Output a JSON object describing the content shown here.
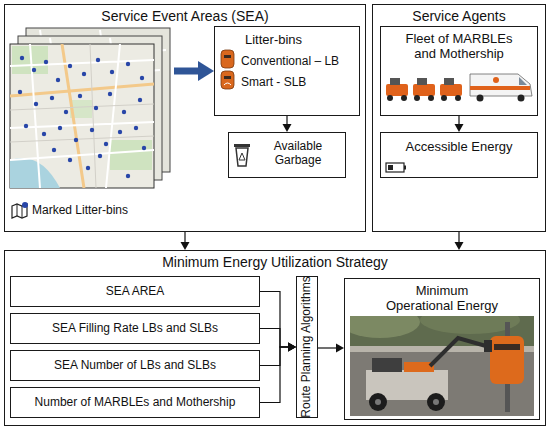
{
  "diagram": {
    "nodes": [
      {
        "text": [
          "Service Event Areas (SEA)"
        ]
      },
      {
        "text": [
          "Marked Litter-bins"
        ],
        "in": 0
      },
      {
        "text": [
          "Litter-bins",
          "Conventional – LB",
          "Smart - SLB"
        ],
        "in": 0
      },
      {
        "text": [
          "Available Garbage"
        ],
        "in": 0
      },
      {
        "text": [
          "Service Agents"
        ]
      },
      {
        "text": [
          "Fleet of MARBLEs and Mothership"
        ],
        "in": 4
      },
      {
        "text": [
          "Accessible Energy"
        ],
        "in": 4
      },
      {
        "text": [
          "Minimum Energy Utilization Strategy"
        ]
      },
      {
        "text": [
          "SEA AREA"
        ],
        "in": 7
      },
      {
        "text": [
          "SEA Filling Rate LBs and SLBs"
        ],
        "in": 7
      },
      {
        "text": [
          "SEA Number of LBs and SLBs"
        ],
        "in": 7
      },
      {
        "text": [
          "Number of MARBLEs and Mothership"
        ],
        "in": 7
      },
      {
        "text": [
          "Route Planning Algorithms"
        ],
        "in": 7
      },
      {
        "text": [
          "Minimum Operational Energy"
        ],
        "in": 7
      }
    ],
    "edges": [
      {
        "from": 1,
        "to": 2,
        "arrow": "to"
      },
      {
        "from": 2,
        "to": 3,
        "arrow": "to"
      },
      {
        "from": 5,
        "to": 6,
        "arrow": "to"
      },
      {
        "from": 0,
        "to": 7,
        "arrow": "to"
      },
      {
        "from": 4,
        "to": 7,
        "arrow": "to"
      },
      {
        "from": 8,
        "to": 12,
        "arrow": "to"
      },
      {
        "from": 9,
        "to": 12,
        "arrow": "to"
      },
      {
        "from": 10,
        "to": 12,
        "arrow": "to"
      },
      {
        "from": 11,
        "to": 12,
        "arrow": "to"
      },
      {
        "from": 12,
        "to": 13,
        "arrow": "to"
      }
    ]
  }
}
